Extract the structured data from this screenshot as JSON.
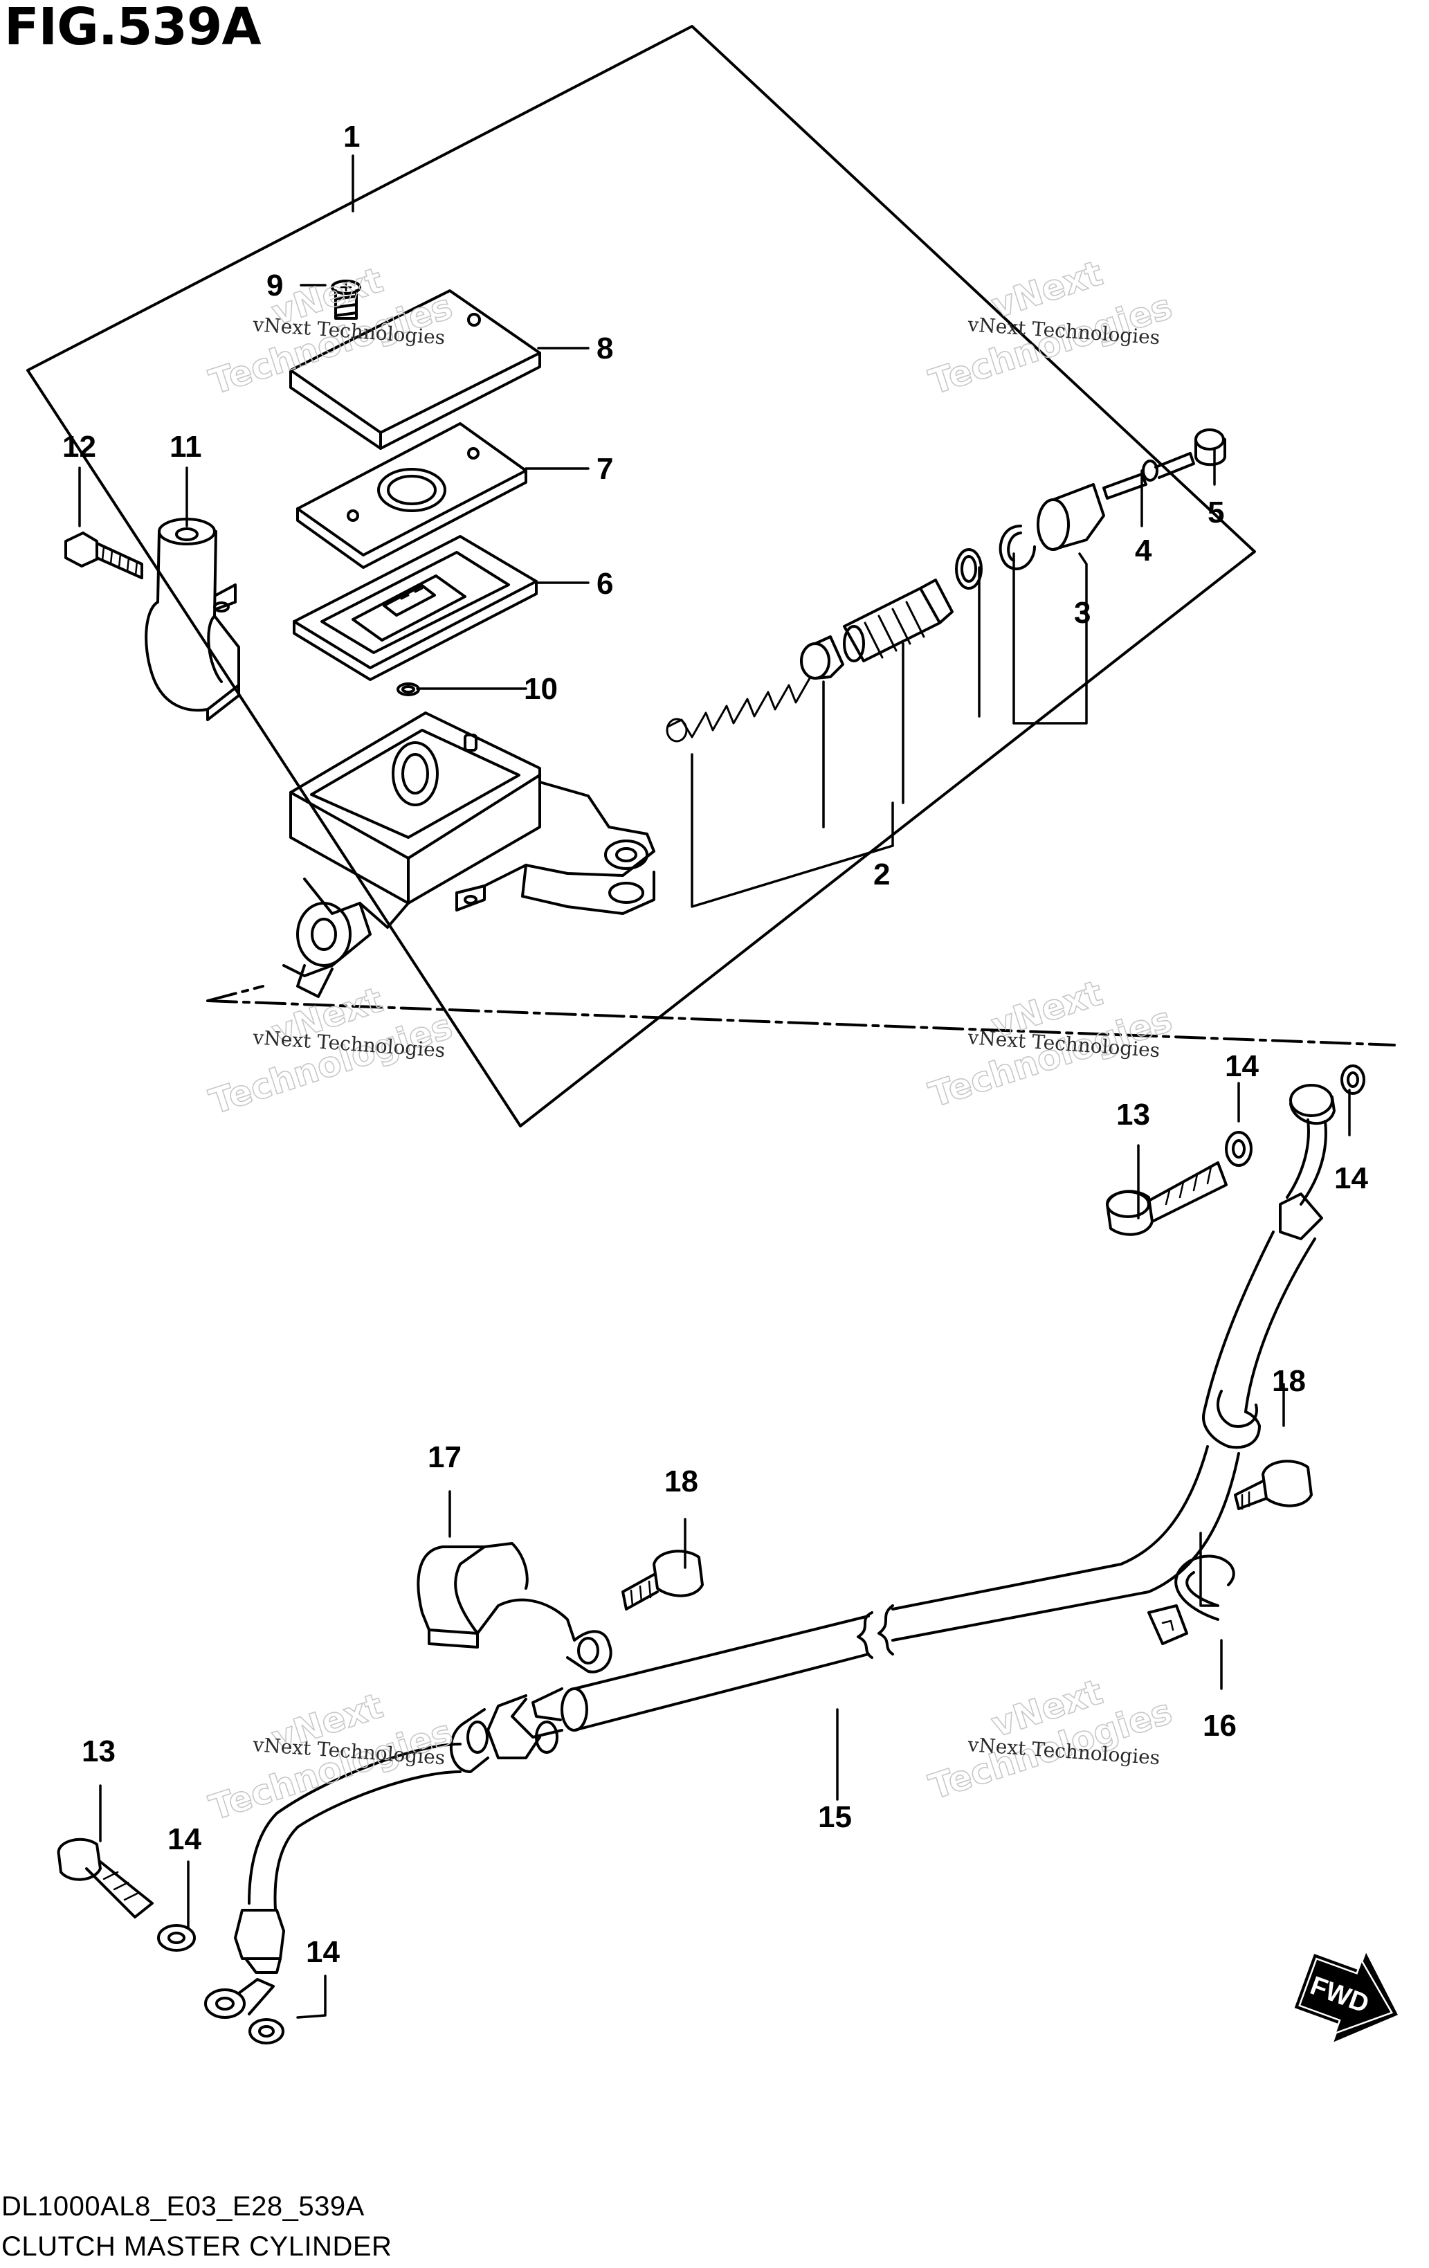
{
  "figure": {
    "title": "FIG.539A"
  },
  "footer": {
    "code": "DL1000AL8_E03_E28_539A",
    "name": "CLUTCH MASTER CYLINDER"
  },
  "callouts": {
    "c1": "1",
    "c2": "2",
    "c3": "3",
    "c4": "4",
    "c5": "5",
    "c6": "6",
    "c7": "7",
    "c8": "8",
    "c9": "9",
    "c10": "10",
    "c11": "11",
    "c12": "12",
    "c13a": "13",
    "c13b": "13",
    "c14a": "14",
    "c14b": "14",
    "c14c": "14",
    "c14d": "14",
    "c15": "15",
    "c16": "16",
    "c17": "17",
    "c18a": "18",
    "c18b": "18"
  },
  "watermark": {
    "line1": "vNext Technologies",
    "line2": "Technologies",
    "line3": "vNext"
  },
  "fwd_badge": "FWD"
}
